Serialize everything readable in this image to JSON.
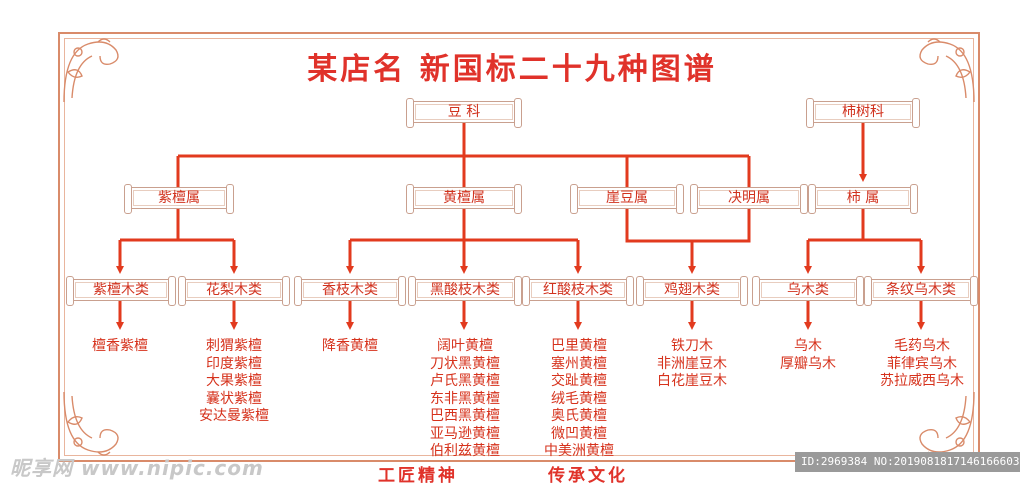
{
  "title": "某店名  新国标二十九种图谱",
  "families": {
    "douke": "豆  科",
    "shishuke": "柿树科"
  },
  "genera": {
    "zitan": "紫檀属",
    "huangtan": "黄檀属",
    "yadou": "崖豆属",
    "jueming": "决明属",
    "shi": "柿  属"
  },
  "classes": {
    "zitanmu": "紫檀木类",
    "hualimu": "花梨木类",
    "xiangzhi": "香枝木类",
    "heisuanzhi": "黑酸枝木类",
    "hongsuanzhi": "红酸枝木类",
    "jichimu": "鸡翅木类",
    "wumu": "乌木类",
    "tiaowen": "条纹乌木类"
  },
  "species": {
    "zitanmu": [
      "檀香紫檀"
    ],
    "hualimu": [
      "刺猬紫檀",
      "印度紫檀",
      "大果紫檀",
      "囊状紫檀",
      "安达曼紫檀"
    ],
    "xiangzhi": [
      "降香黄檀"
    ],
    "heisuanzhi": [
      "阔叶黄檀",
      "刀状黑黄檀",
      "卢氏黑黄檀",
      "东非黑黄檀",
      "巴西黑黄檀",
      "亚马逊黄檀",
      "伯利兹黄檀"
    ],
    "hongsuanzhi": [
      "巴里黄檀",
      "塞州黄檀",
      "交趾黄檀",
      "绒毛黄檀",
      "奥氏黄檀",
      "微凹黄檀",
      "中美洲黄檀"
    ],
    "jichimu": [
      "铁刀木",
      "非洲崖豆木",
      "白花崖豆木"
    ],
    "wumu": [
      "乌木",
      "厚瓣乌木"
    ],
    "tiaowen": [
      "毛药乌木",
      "菲律宾乌木",
      "苏拉威西乌木"
    ]
  },
  "mottos": {
    "left": "工匠精神",
    "right": "传承文化"
  },
  "watermark": {
    "left": "昵享网 www.nipic.com",
    "right": "ID:2969384 NO:20190818171461666033"
  },
  "colors": {
    "accent": "#e0322a",
    "line": "#e23a1e",
    "frame": "#d98b6a"
  }
}
